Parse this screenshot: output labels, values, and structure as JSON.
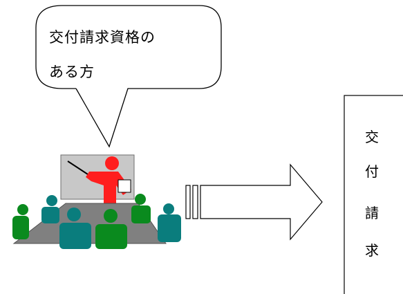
{
  "bubble": {
    "line1": "交付請求資格の",
    "line2": "ある方"
  },
  "target_box": {
    "chars": [
      "交",
      "付",
      "請",
      "求"
    ]
  },
  "colors": {
    "presenter": "#ff1e1e",
    "board": "#c8c8c8",
    "table": "#808080",
    "teal": "#0a7d7d",
    "green": "#0a8a1e"
  }
}
